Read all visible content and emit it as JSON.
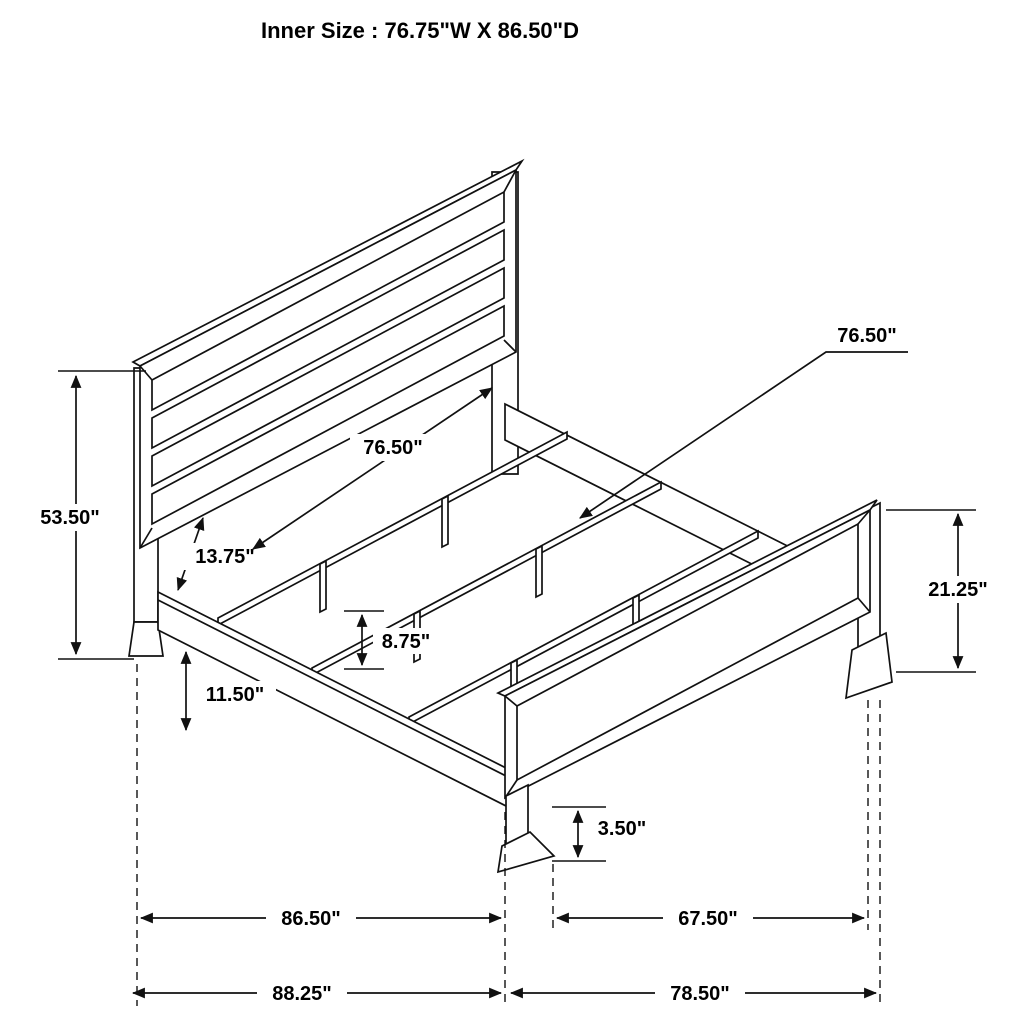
{
  "title": "Inner Size : 76.75\"W X 86.50\"D",
  "diagram": {
    "subject": "bed-frame-dimension-drawing",
    "labels": {
      "headboard_height": "53.50\"",
      "headboard_gap": "13.75\"",
      "inner_width_mid": "76.50\"",
      "support_rail_length": "76.50\"",
      "footboard_height": "21.25\"",
      "support_leg_height": "8.75\"",
      "rail_clearance": "11.50\"",
      "foot_height": "3.50\"",
      "side_rail_length": "86.50\"",
      "footboard_length": "67.50\"",
      "overall_depth": "88.25\"",
      "overall_width": "78.50\""
    }
  }
}
